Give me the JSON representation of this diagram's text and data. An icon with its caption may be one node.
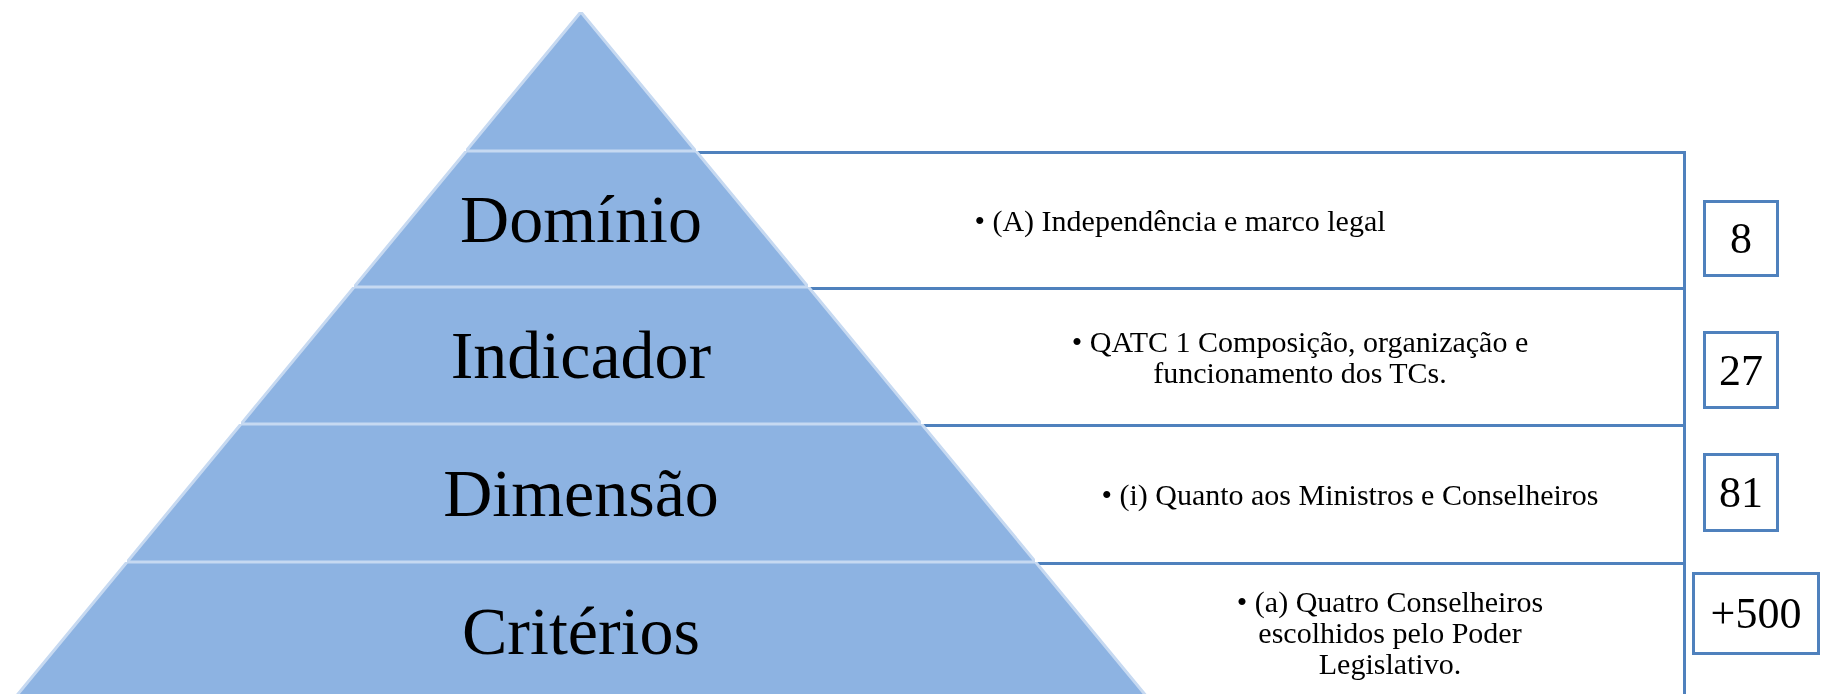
{
  "diagram": {
    "nodes": [
      {
        "text": [],
        "shape": "triangle"
      },
      {
        "text": [
          "Domínio"
        ]
      },
      {
        "text": [
          "• (A) Independência e marco legal"
        ]
      },
      {
        "text": [
          "8"
        ]
      },
      {
        "text": [
          "Indicador"
        ]
      },
      {
        "text": [
          "• QATC 1 Composição, organização e funcionamento dos TCs."
        ]
      },
      {
        "text": [
          "27"
        ]
      },
      {
        "text": [
          "Dimensão"
        ]
      },
      {
        "text": [
          "• (i) Quanto aos Ministros e Conselheiros"
        ]
      },
      {
        "text": [
          "81"
        ]
      },
      {
        "text": [
          "Critérios"
        ]
      },
      {
        "text": [
          "• (a) Quatro Conselheiros escolhidos pelo Poder Legislativo."
        ]
      },
      {
        "text": [
          "+500"
        ]
      }
    ]
  }
}
